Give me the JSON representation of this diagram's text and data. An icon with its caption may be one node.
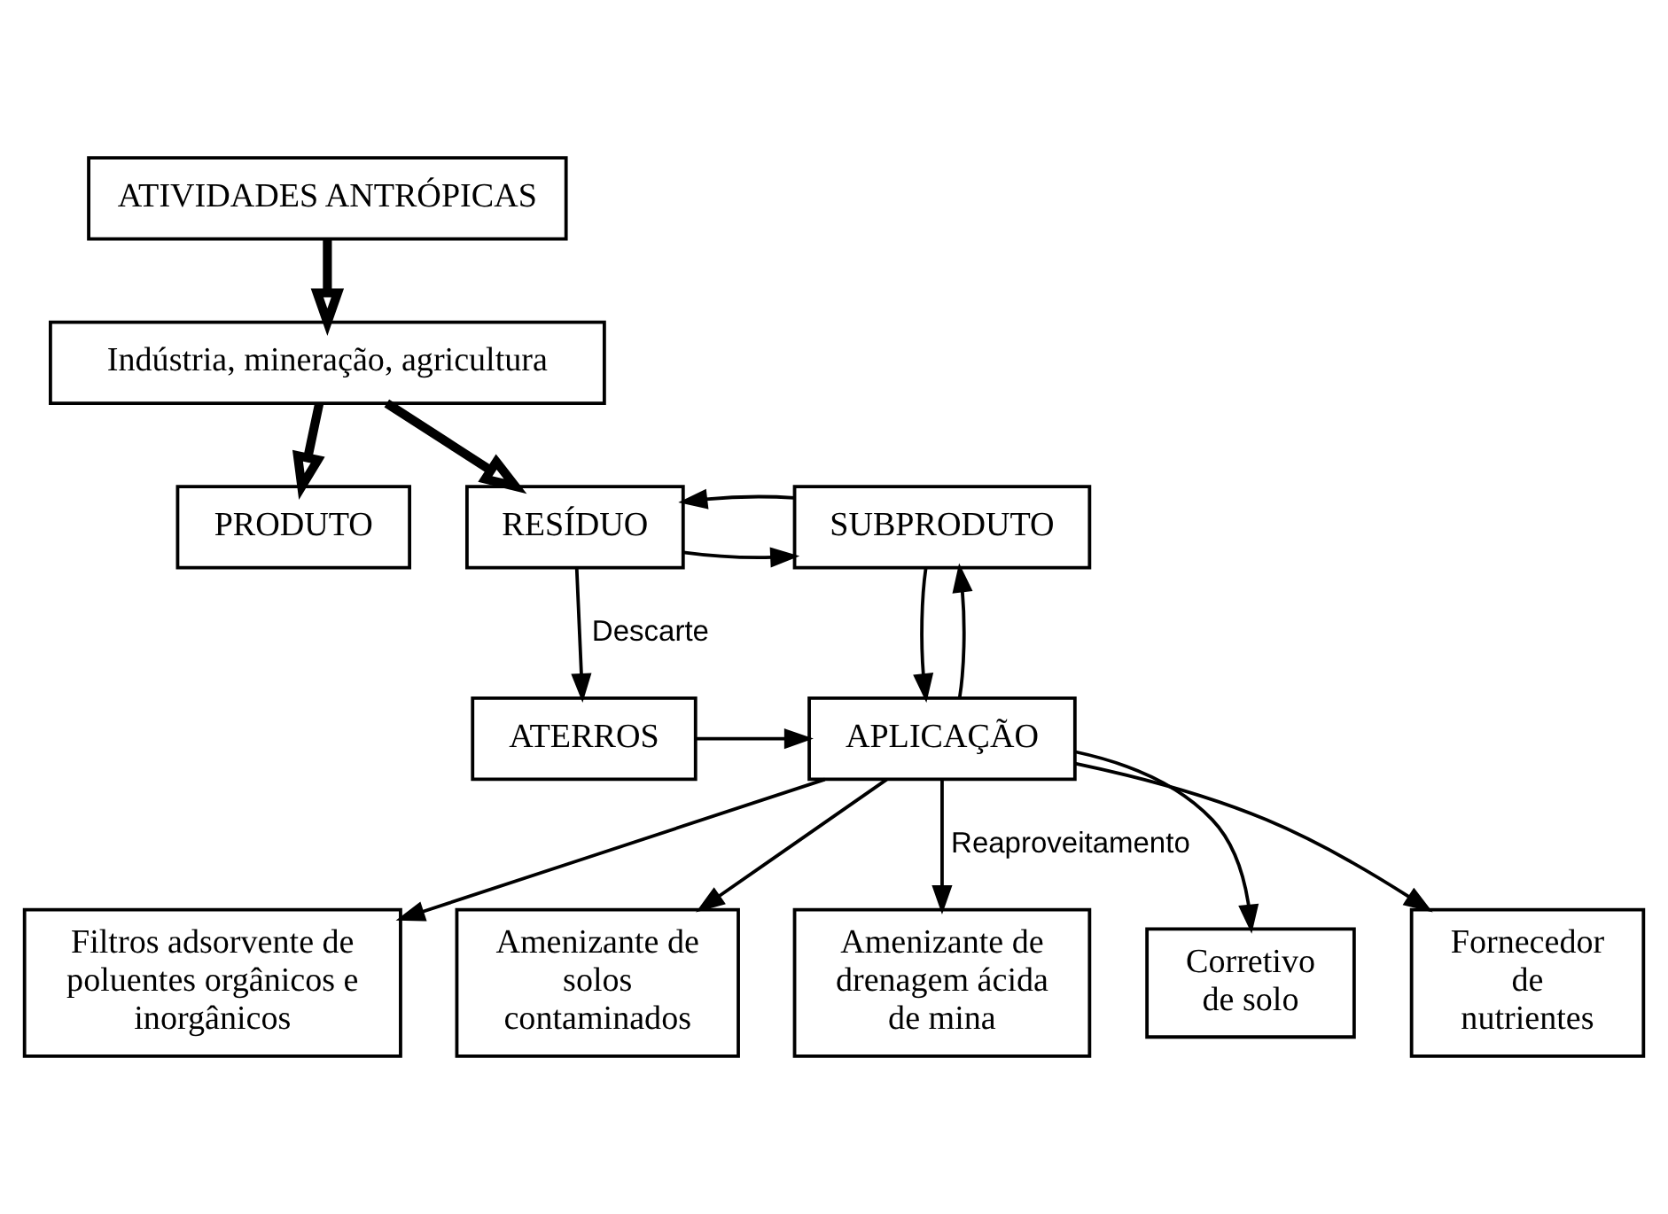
{
  "diagram": {
    "nodes": [
      {
        "text": [
          "ATIVIDADES ANTRÓPICAS"
        ]
      },
      {
        "text": [
          "Indústria, mineração, agricultura"
        ]
      },
      {
        "text": [
          "PRODUTO"
        ]
      },
      {
        "text": [
          "RESÍDUO"
        ]
      },
      {
        "text": [
          "SUBPRODUTO"
        ]
      },
      {
        "text": [
          "ATERROS"
        ]
      },
      {
        "text": [
          "APLICAÇÃO"
        ]
      },
      {
        "text": [
          "Filtros adsorvente de poluentes orgânicos e inorgânicos"
        ]
      },
      {
        "text": [
          "Amenizante de solos contaminados"
        ]
      },
      {
        "text": [
          "Amenizante de drenagem ácida de mina"
        ]
      },
      {
        "text": [
          "Corretivo de solo"
        ]
      },
      {
        "text": [
          "Fornecedor de nutrientes"
        ]
      }
    ],
    "edges": [
      {
        "from": 0,
        "to": 1,
        "arrow": "to",
        "style": "thick"
      },
      {
        "from": 1,
        "to": 2,
        "arrow": "to",
        "style": "thick"
      },
      {
        "from": 1,
        "to": 3,
        "arrow": "to",
        "style": "thick"
      },
      {
        "from": 3,
        "to": 4,
        "arrow": "to"
      },
      {
        "from": 4,
        "to": 3,
        "arrow": "to"
      },
      {
        "from": 3,
        "to": 5,
        "arrow": "to",
        "label": "Descarte"
      },
      {
        "from": 5,
        "to": 6,
        "arrow": "to"
      },
      {
        "from": 6,
        "to": 4,
        "arrow": "to"
      },
      {
        "from": 4,
        "to": 6,
        "arrow": "to"
      },
      {
        "from": 6,
        "to": 7,
        "arrow": "to"
      },
      {
        "from": 6,
        "to": 8,
        "arrow": "to"
      },
      {
        "from": 6,
        "to": 9,
        "arrow": "to",
        "label": "Reaproveitamento"
      },
      {
        "from": 6,
        "to": 10,
        "arrow": "to"
      },
      {
        "from": 6,
        "to": 11,
        "arrow": "to"
      }
    ]
  }
}
